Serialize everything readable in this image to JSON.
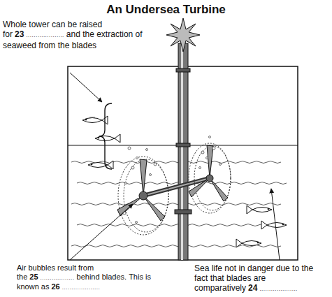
{
  "diagram": {
    "title": "An Undersea Turbine",
    "labels": [
      "Whole tower can be raised for",
      "23",
      "....................",
      "and the extraction of seaweed from the blades",
      "Air bubbles result from the",
      "25",
      "..................",
      "behind blades.",
      "This is known as",
      "26",
      "....................",
      "Sea life not in danger due to the fact that blades are comparatively",
      "24",
      "...................."
    ]
  }
}
